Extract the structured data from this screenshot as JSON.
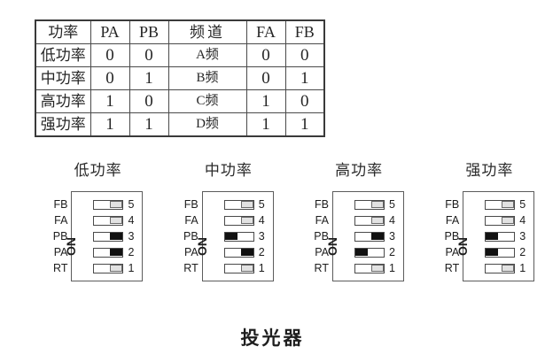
{
  "caption": "投光器",
  "truth_table": {
    "headers": [
      "功率",
      "PA",
      "PB",
      "频道",
      "FA",
      "FB"
    ],
    "rows": [
      {
        "power": "低功率",
        "pa": "0",
        "pb": "0",
        "channel": "A频",
        "fa": "0",
        "fb": "0"
      },
      {
        "power": "中功率",
        "pa": "0",
        "pb": "1",
        "channel": "B频",
        "fa": "0",
        "fb": "1"
      },
      {
        "power": "高功率",
        "pa": "1",
        "pb": "0",
        "channel": "C频",
        "fa": "1",
        "fb": "0"
      },
      {
        "power": "强功率",
        "pa": "1",
        "pb": "1",
        "channel": "D频",
        "fa": "1",
        "fb": "1"
      }
    ]
  },
  "dip_common": {
    "on_text": "ON",
    "signal_labels": [
      "FB",
      "FA",
      "PB",
      "PA",
      "RT"
    ],
    "switch_numbers": [
      "5",
      "4",
      "3",
      "2",
      "1"
    ]
  },
  "dip_blocks": [
    {
      "title": "低功率",
      "switches": [
        {
          "signal": "FB",
          "number": "5",
          "state": "off"
        },
        {
          "signal": "FA",
          "number": "4",
          "state": "off"
        },
        {
          "signal": "PB",
          "number": "3",
          "state": "off-right-filled"
        },
        {
          "signal": "PA",
          "number": "2",
          "state": "off-right-filled"
        },
        {
          "signal": "RT",
          "number": "1",
          "state": "off"
        }
      ]
    },
    {
      "title": "中功率",
      "switches": [
        {
          "signal": "FB",
          "number": "5",
          "state": "off"
        },
        {
          "signal": "FA",
          "number": "4",
          "state": "off"
        },
        {
          "signal": "PB",
          "number": "3",
          "state": "on"
        },
        {
          "signal": "PA",
          "number": "2",
          "state": "off-right-filled"
        },
        {
          "signal": "RT",
          "number": "1",
          "state": "off"
        }
      ]
    },
    {
      "title": "高功率",
      "switches": [
        {
          "signal": "FB",
          "number": "5",
          "state": "off"
        },
        {
          "signal": "FA",
          "number": "4",
          "state": "off"
        },
        {
          "signal": "PB",
          "number": "3",
          "state": "off-right-filled"
        },
        {
          "signal": "PA",
          "number": "2",
          "state": "on"
        },
        {
          "signal": "RT",
          "number": "1",
          "state": "off"
        }
      ]
    },
    {
      "title": "强功率",
      "switches": [
        {
          "signal": "FB",
          "number": "5",
          "state": "off"
        },
        {
          "signal": "FA",
          "number": "4",
          "state": "off"
        },
        {
          "signal": "PB",
          "number": "3",
          "state": "on"
        },
        {
          "signal": "PA",
          "number": "2",
          "state": "on"
        },
        {
          "signal": "RT",
          "number": "1",
          "state": "off"
        }
      ]
    }
  ],
  "colors": {
    "switch_on": "#111111",
    "switch_off": "#e2e2e2",
    "border": "#4a4a4a",
    "text": "#1d1d1d",
    "background": "#ffffff"
  }
}
